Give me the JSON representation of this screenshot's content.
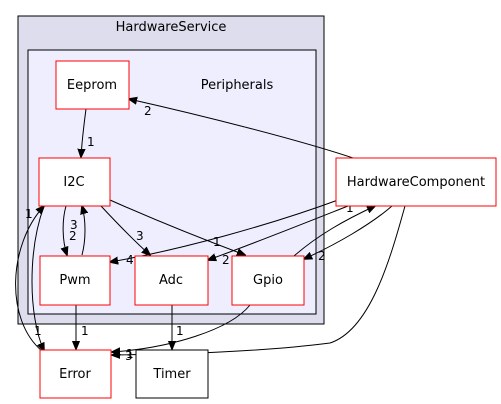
{
  "clusters": {
    "outer": {
      "title": "HardwareService"
    },
    "inner": {
      "title": "Peripherals"
    }
  },
  "nodes": {
    "eeprom": "Eeprom",
    "i2c": "I2C",
    "pwm": "Pwm",
    "adc": "Adc",
    "gpio": "Gpio",
    "hardware_component": "HardwareComponent",
    "error": "Error",
    "timer": "Timer"
  },
  "edges": [
    {
      "id": "hwc-eeprom",
      "from": "HardwareComponent",
      "to": "Eeprom",
      "label": "2"
    },
    {
      "id": "eeprom-i2c",
      "from": "Eeprom",
      "to": "I2C",
      "label": "1"
    },
    {
      "id": "i2c-pwm",
      "from": "I2C",
      "to": "Pwm",
      "label": "3"
    },
    {
      "id": "pwm-i2c",
      "from": "Pwm",
      "to": "I2C",
      "label": "2"
    },
    {
      "id": "i2c-adc",
      "from": "I2C",
      "to": "Adc",
      "label": "3"
    },
    {
      "id": "i2c-gpio",
      "from": "I2C",
      "to": "Gpio",
      "label": "1"
    },
    {
      "id": "i2c-error",
      "from": "I2C",
      "to": "Error",
      "label": "1"
    },
    {
      "id": "error-i2c",
      "from": "Error",
      "to": "I2C",
      "label": "1"
    },
    {
      "id": "hwc-pwm",
      "from": "HardwareComponent",
      "to": "Pwm",
      "label": "4"
    },
    {
      "id": "hwc-adc",
      "from": "HardwareComponent",
      "to": "Adc",
      "label": "2"
    },
    {
      "id": "hwc-gpio",
      "from": "HardwareComponent",
      "to": "Gpio",
      "label": "2"
    },
    {
      "id": "gpio-hwc",
      "from": "Gpio",
      "to": "HardwareComponent",
      "label": "1"
    },
    {
      "id": "hwc-error",
      "from": "HardwareComponent",
      "to": "Error",
      "label": "3"
    },
    {
      "id": "gpio-error",
      "from": "Gpio",
      "to": "Error",
      "label": "1"
    },
    {
      "id": "pwm-error",
      "from": "Pwm",
      "to": "Error",
      "label": "1"
    },
    {
      "id": "adc-timer",
      "from": "Adc",
      "to": "Timer",
      "label": "1"
    }
  ],
  "colors": {
    "cluster_outer_fill": "#ddddee",
    "cluster_inner_fill": "#eeeeff",
    "node_border": "#ff0000",
    "external_node_border": "#000000"
  }
}
